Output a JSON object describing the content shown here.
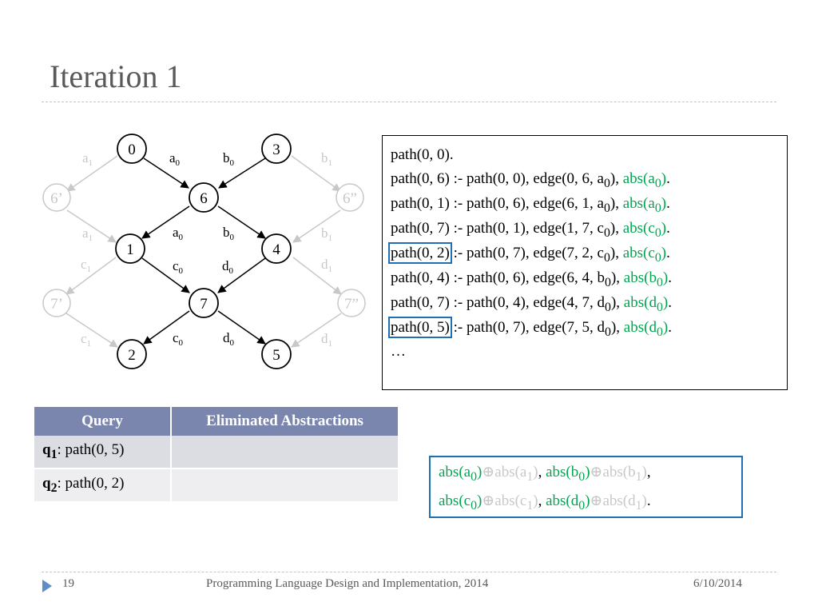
{
  "slide": {
    "title": "Iteration 1",
    "footer": {
      "page_number": "19",
      "venue": "Programming Language Design and Implementation, 2014",
      "date": "6/10/2014"
    }
  },
  "graph": {
    "active_nodes": [
      "0",
      "3",
      "6",
      "1",
      "4",
      "7",
      "2",
      "5"
    ],
    "faint_nodes": [
      "6’",
      "6”",
      "7’",
      "7”"
    ],
    "edge_labels": [
      {
        "base": "a",
        "sub": "0",
        "tone": "dark"
      },
      {
        "base": "b",
        "sub": "0",
        "tone": "dark"
      },
      {
        "base": "a",
        "sub": "0",
        "tone": "dark"
      },
      {
        "base": "b",
        "sub": "0",
        "tone": "dark"
      },
      {
        "base": "c",
        "sub": "0",
        "tone": "dark"
      },
      {
        "base": "d",
        "sub": "0",
        "tone": "dark"
      },
      {
        "base": "c",
        "sub": "0",
        "tone": "dark"
      },
      {
        "base": "d",
        "sub": "0",
        "tone": "dark"
      },
      {
        "base": "a",
        "sub": "1",
        "tone": "faint"
      },
      {
        "base": "b",
        "sub": "1",
        "tone": "faint"
      },
      {
        "base": "a",
        "sub": "1",
        "tone": "faint"
      },
      {
        "base": "b",
        "sub": "1",
        "tone": "faint"
      },
      {
        "base": "c",
        "sub": "1",
        "tone": "faint"
      },
      {
        "base": "d",
        "sub": "1",
        "tone": "faint"
      },
      {
        "base": "c",
        "sub": "1",
        "tone": "faint"
      },
      {
        "base": "d",
        "sub": "1",
        "tone": "faint"
      }
    ],
    "colors": {
      "active": "#000000",
      "faint": "#c8c8c8"
    }
  },
  "code": {
    "fact": "path(0, 0).",
    "rules": [
      {
        "head": "path(0, 6)",
        "highlight": false,
        "body": " :- path(0, 0), edge(0, 6, a",
        "sub": "0",
        "tail": "), ",
        "abs": "abs(a",
        "abs_sub": "0"
      },
      {
        "head": "path(0, 1)",
        "highlight": false,
        "body": " :- path(0, 6), edge(6, 1, a",
        "sub": "0",
        "tail": "), ",
        "abs": "abs(a",
        "abs_sub": "0"
      },
      {
        "head": "path(0, 7)",
        "highlight": false,
        "body": " :- path(0, 1), edge(1, 7, c",
        "sub": "0",
        "tail": "), ",
        "abs": "abs(c",
        "abs_sub": "0"
      },
      {
        "head": "path(0, 2)",
        "highlight": true,
        "body": " :- path(0, 7), edge(7, 2, c",
        "sub": "0",
        "tail": "), ",
        "abs": "abs(c",
        "abs_sub": "0"
      },
      {
        "head": "path(0, 4)",
        "highlight": false,
        "body": " :- path(0, 6), edge(6, 4, b",
        "sub": "0",
        "tail": "), ",
        "abs": "abs(b",
        "abs_sub": "0"
      },
      {
        "head": "path(0, 7)",
        "highlight": false,
        "body": " :- path(0, 4), edge(4, 7, d",
        "sub": "0",
        "tail": "), ",
        "abs": "abs(d",
        "abs_sub": "0"
      },
      {
        "head": "path(0, 5)",
        "highlight": true,
        "body": " :- path(0, 7), edge(7, 5, d",
        "sub": "0",
        "tail": "), ",
        "abs": "abs(d",
        "abs_sub": "0"
      }
    ],
    "ellipsis": "…",
    "green": "#00a651",
    "highlight_color": "#1f6fb5"
  },
  "query_table": {
    "headers": [
      "Query",
      "Eliminated Abstractions"
    ],
    "rows": [
      {
        "q": "q",
        "q_sub": "1",
        "text": ": path(0, 5)",
        "eliminated": ""
      },
      {
        "q": "q",
        "q_sub": "2",
        "text": ": path(0, 2)",
        "eliminated": ""
      }
    ],
    "header_color": "#7a86ad"
  },
  "abstraction_box": {
    "line1": {
      "a": "abs(a",
      "a_sub": "0",
      "op": "⊕",
      "a_alt": "abs(a",
      "a_alt_sub": "1",
      "sep": ", ",
      "b": "abs(b",
      "b_sub": "0",
      "b_alt": "abs(b",
      "b_alt_sub": "1",
      "end": ","
    },
    "line2": {
      "c": "abs(c",
      "c_sub": "0",
      "op": "⊕",
      "c_alt": "abs(c",
      "c_alt_sub": "1",
      "sep": ", ",
      "d": "abs(d",
      "d_sub": "0",
      "d_alt": "abs(d",
      "d_alt_sub": "1",
      "end": "."
    }
  }
}
